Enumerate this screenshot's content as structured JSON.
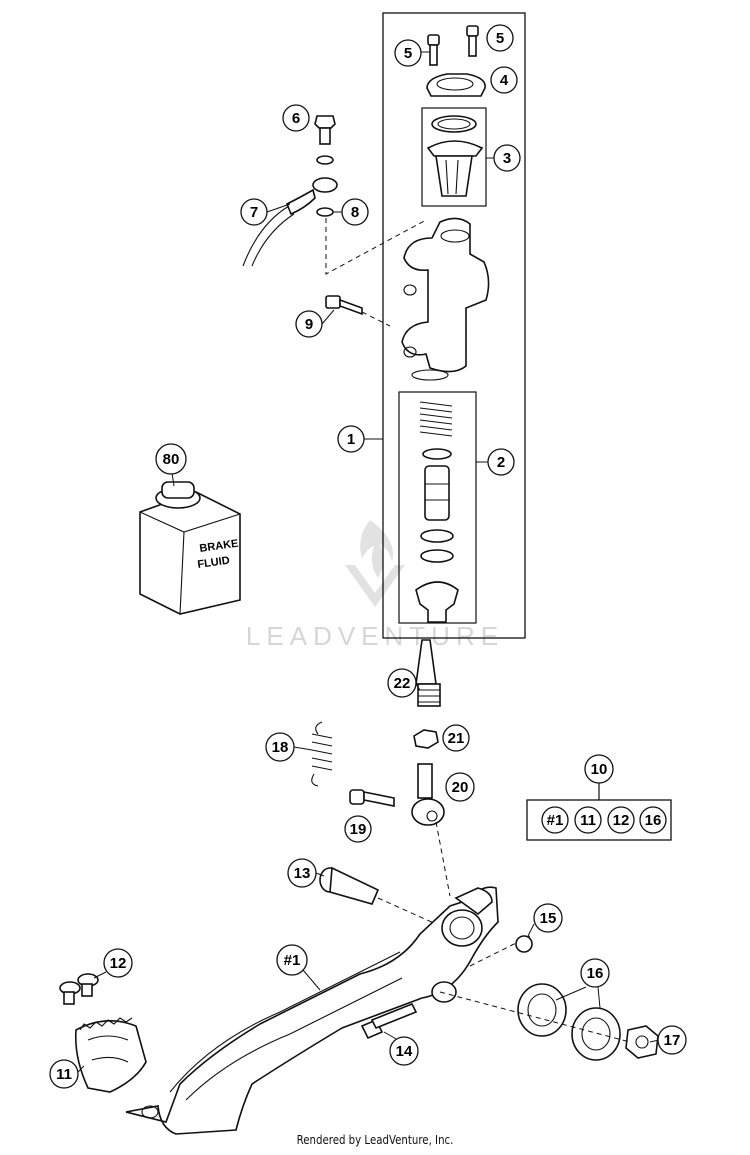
{
  "callouts": [
    {
      "id": "c5a",
      "label": "5"
    },
    {
      "id": "c5b",
      "label": "5"
    },
    {
      "id": "c4",
      "label": "4"
    },
    {
      "id": "c3",
      "label": "3"
    },
    {
      "id": "c6",
      "label": "6"
    },
    {
      "id": "c7",
      "label": "7"
    },
    {
      "id": "c8",
      "label": "8"
    },
    {
      "id": "c9",
      "label": "9"
    },
    {
      "id": "c1",
      "label": "1"
    },
    {
      "id": "c2",
      "label": "2"
    },
    {
      "id": "c80",
      "label": "80"
    },
    {
      "id": "c22",
      "label": "22"
    },
    {
      "id": "c21",
      "label": "21"
    },
    {
      "id": "c18",
      "label": "18"
    },
    {
      "id": "c19",
      "label": "19"
    },
    {
      "id": "c20",
      "label": "20"
    },
    {
      "id": "c10",
      "label": "10"
    },
    {
      "id": "c13",
      "label": "13"
    },
    {
      "id": "c15",
      "label": "15"
    },
    {
      "id": "c16",
      "label": "16"
    },
    {
      "id": "c12",
      "label": "12"
    },
    {
      "id": "c1h",
      "label": "#1"
    },
    {
      "id": "c14",
      "label": "14"
    },
    {
      "id": "c17",
      "label": "17"
    },
    {
      "id": "c11",
      "label": "11"
    }
  ],
  "kit_10": [
    "#1",
    "11",
    "12",
    "16"
  ],
  "bottle_label": [
    "BRAKE",
    "FLUID"
  ],
  "watermark": "LEADVENTURE",
  "footer": "Rendered by LeadVenture, Inc."
}
